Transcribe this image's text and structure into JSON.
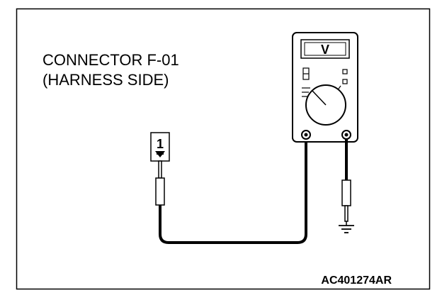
{
  "diagram": {
    "title_line1": "CONNECTOR F-01",
    "title_line2": "(HARNESS SIDE)",
    "pin_number": "1",
    "meter_mode": "V",
    "figure_code": "AC401274AR"
  },
  "colors": {
    "line": "#000000",
    "background": "#ffffff"
  },
  "icons": [
    "voltmeter-icon",
    "ground-symbol-icon",
    "probe-icon",
    "connector-pin-icon"
  ]
}
